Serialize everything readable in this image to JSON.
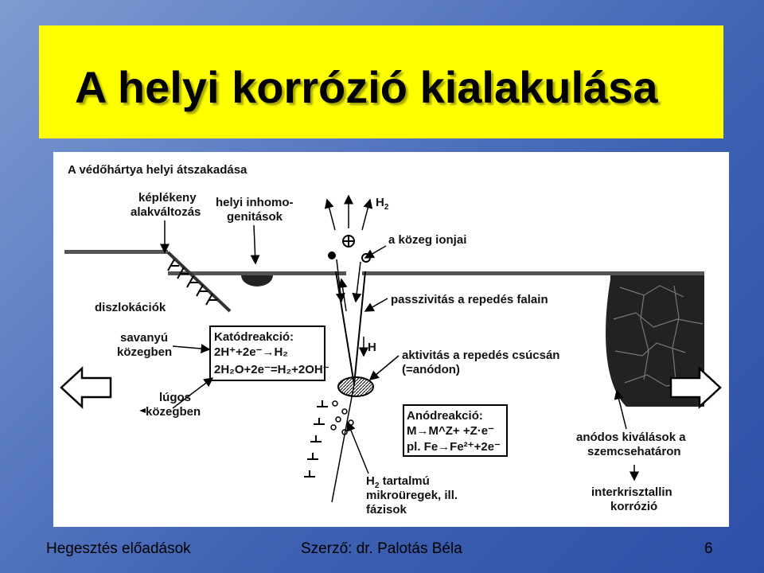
{
  "slide": {
    "title": "A helyi korrózió kialakulása",
    "page_number": "6"
  },
  "footer": {
    "left": "Hegesztés előadások",
    "center": "Szerző: dr. Palotás Béla"
  },
  "colors": {
    "title_bg": "#ffff00",
    "background": "#3f62b3",
    "figure_bg": "#ffffff"
  },
  "diagram": {
    "heading": "A védőhártya helyi átszakadása",
    "labels": {
      "keplekeny_1": "képlékeny",
      "keplekeny_2": "alakváltozás",
      "inhomo_1": "helyi inhomo-",
      "inhomo_2": "genitások",
      "h2_top": "H",
      "h2_top_sub": "2",
      "kozeg_ionjai": "a közeg ionjai",
      "diszlokaciok": "diszlokációk",
      "passzivitas": "passzivitás a repedés falain",
      "savanyu_1": "savanyú",
      "savanyu_2": "közegben",
      "lugos_1": "lúgos",
      "lugos_2": "közegben",
      "h_crack": "H",
      "aktivitas_1": "aktivitás a repedés csúcsán",
      "aktivitas_2": "(=anódon)",
      "h2_tartalmu_1": "H",
      "h2_tartalmu_sub": "2",
      "h2_tartalmu_2": " tartalmú",
      "h2_tartalmu_3": "mikroüregek, ill.",
      "h2_tartalmu_4": "fázisok",
      "anodos_1": "anódos kiválások a",
      "anodos_2": "szemcsehatáron",
      "interkriszt_1": "interkrisztallin",
      "interkriszt_2": "korrózió"
    },
    "katod_box": {
      "title": "Katódreakció:",
      "line1": "2H⁺+2e⁻→H₂",
      "line2": "2H₂O+2e⁻=H₂+2OH⁻"
    },
    "anod_box": {
      "title": "Anódreakció:",
      "line1": "M→M^Z+ +Z·e⁻",
      "line2": "pl. Fe→Fe²⁺+2e⁻"
    }
  }
}
